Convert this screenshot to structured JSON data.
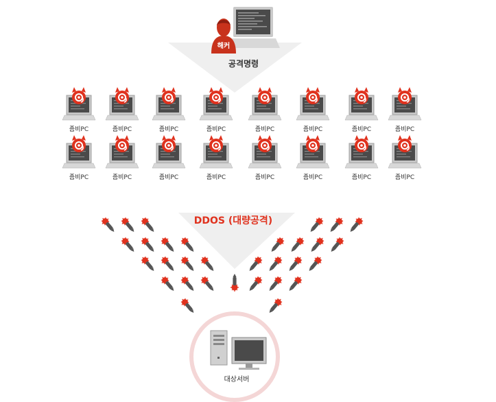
{
  "hacker": {
    "tag": "해커",
    "command": "공격명령"
  },
  "zombies": [
    "좀비PC",
    "좀비PC",
    "좀비PC",
    "좀비PC",
    "좀비PC",
    "좀비PC",
    "좀비PC",
    "좀비PC",
    "좀비PC",
    "좀비PC",
    "좀비PC",
    "좀비PC",
    "좀비PC",
    "좀비PC",
    "좀비PC",
    "좀비PC"
  ],
  "attack": {
    "label": "DDOS (대량공격)"
  },
  "target": {
    "label": "대상서버"
  },
  "colors": {
    "accent": "#e0321e",
    "hacker_body": "#c8321c",
    "monitor_frame": "#bdbdbd",
    "screen": "#4a4a4a",
    "funnel": "#eeeeee",
    "ring": "#f6d8d8"
  },
  "icons": [
    "hacker-icon",
    "laptop-icon",
    "devil-at-icon",
    "missile-icon",
    "server-tower-icon",
    "monitor-icon"
  ]
}
